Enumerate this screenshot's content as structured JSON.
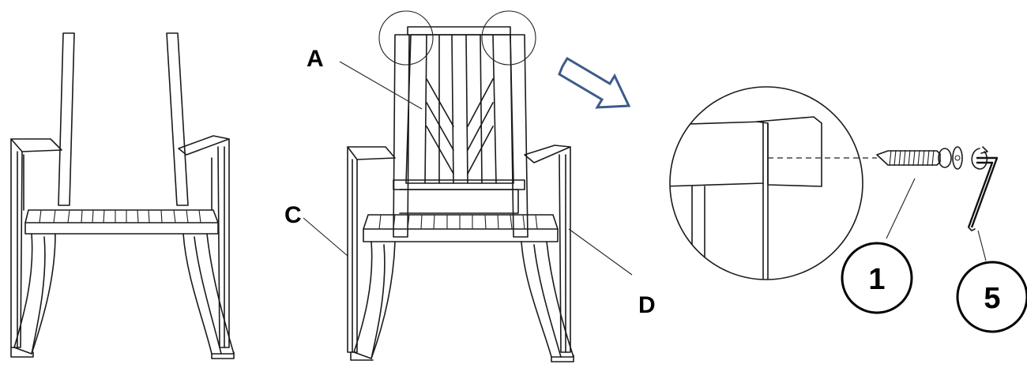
{
  "part_labels": {
    "a": "A",
    "c": "C",
    "d": "D"
  },
  "callouts": {
    "screw": "1",
    "hex_key": "5"
  },
  "colors": {
    "arrow": "#3d5a8a",
    "line": "#1a1a1a"
  },
  "icons": {
    "arrow": "hollow-right-down-arrow",
    "rotate": "rotation-arrow-icon"
  }
}
